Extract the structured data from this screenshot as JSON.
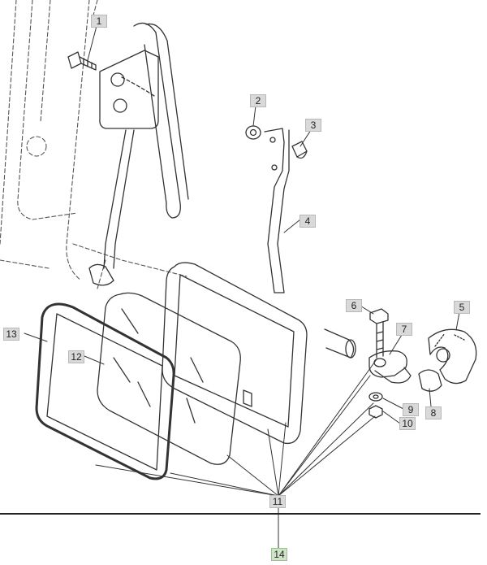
{
  "callouts": {
    "c1": "1",
    "c2": "2",
    "c3": "3",
    "c4": "4",
    "c5": "5",
    "c6": "6",
    "c7": "7",
    "c8": "8",
    "c9": "9",
    "c10": "10",
    "c11": "11",
    "c12": "12",
    "c13": "13",
    "c14": "14"
  },
  "colors": {
    "line": "#333333",
    "label_bg": "#d9d9d9",
    "assembly_label_bg": "#cfe3c8"
  }
}
